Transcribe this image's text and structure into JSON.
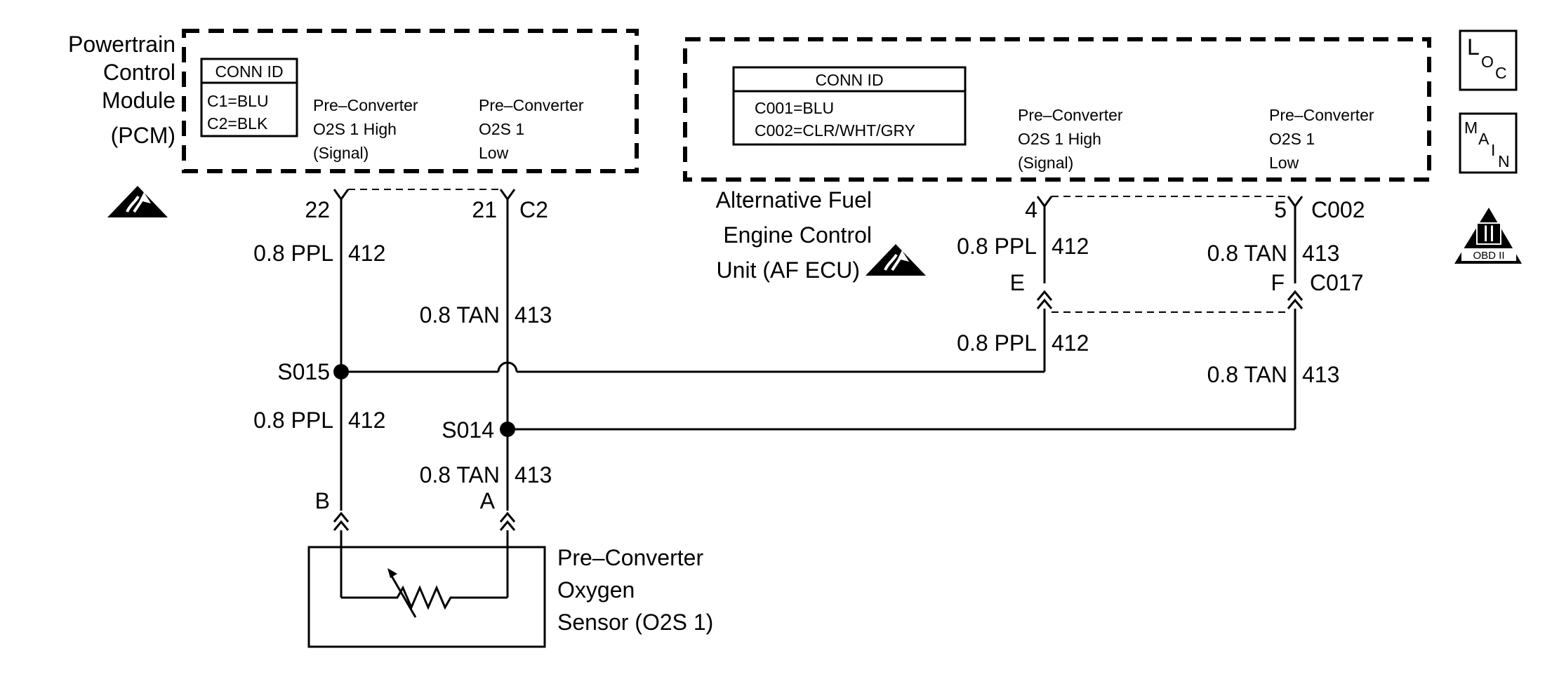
{
  "pcm": {
    "name": [
      "Powertrain",
      "Control",
      "Module",
      "(PCM)"
    ],
    "conn_id_title": "CONN ID",
    "conn_id_lines": [
      "C1=BLU",
      "C2=BLK"
    ],
    "pin_high_label": [
      "Pre–Converter",
      "O2S 1 High",
      "(Signal)"
    ],
    "pin_low_label": [
      "Pre–Converter",
      "O2S 1",
      "Low"
    ],
    "pin_high": "22",
    "pin_low": "21",
    "connector": "C2"
  },
  "afecu": {
    "name": [
      "Alternative Fuel",
      "Engine Control",
      "Unit (AF ECU)"
    ],
    "conn_id_title": "CONN ID",
    "conn_id_lines": [
      "C001=BLU",
      "C002=CLR/WHT/GRY"
    ],
    "pin_high_label": [
      "Pre–Converter",
      "O2S 1 High",
      "(Signal)"
    ],
    "pin_low_label": [
      "Pre–Converter",
      "O2S 1",
      "Low"
    ],
    "pin_high": "4",
    "pin_low": "5",
    "connector": "C002",
    "inline_pin_high": "E",
    "inline_pin_low": "F",
    "inline_connector": "C017"
  },
  "wires": {
    "ppl_size": "0.8 PPL",
    "ppl_circuit": "412",
    "tan_size": "0.8 TAN",
    "tan_circuit": "413"
  },
  "splices": {
    "ppl": "S015",
    "tan": "S014"
  },
  "sensor": {
    "name": [
      "Pre–Converter",
      "Oxygen",
      "Sensor (O2S 1)"
    ],
    "pin_b": "B",
    "pin_a": "A"
  },
  "icons": {
    "loc": {
      "big": "L",
      "small": "O",
      "small2": "C"
    },
    "main": {
      "big": "M",
      "small": "A",
      "small2": "I",
      "small3": "N"
    },
    "obd": {
      "numeral": "II",
      "caption": "OBD II"
    }
  }
}
